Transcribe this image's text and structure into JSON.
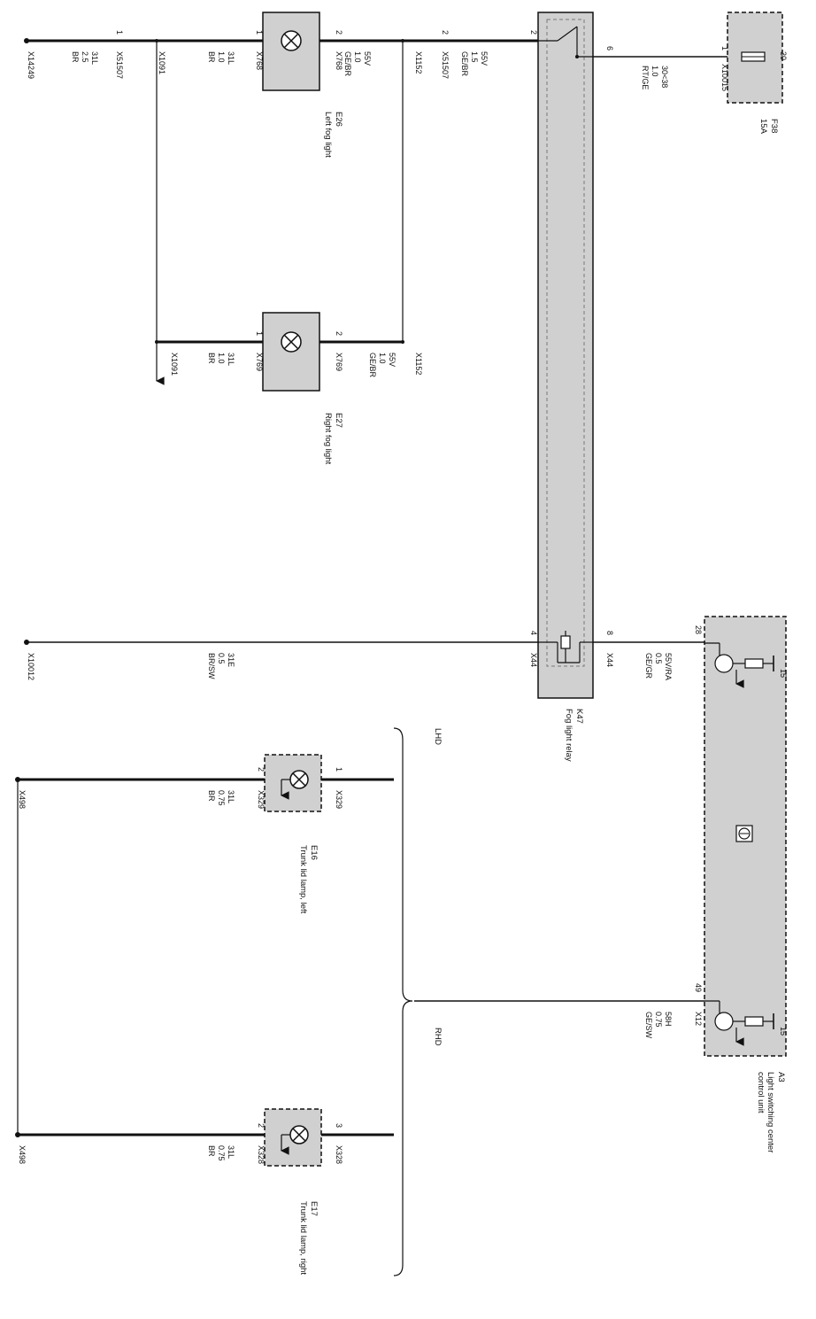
{
  "components": {
    "e26": {
      "code": "E26",
      "name": "Left fog light"
    },
    "e27": {
      "code": "E27",
      "name": "Right fog light"
    },
    "k47": {
      "code": "K47",
      "name": "Fog light relay"
    },
    "f38": {
      "code": "F38",
      "rating": "15A"
    },
    "a3": {
      "code": "A3",
      "name_l1": "Light switching center",
      "name_l2": "control unit"
    },
    "e16": {
      "code": "E16",
      "name": "Trunk lid lamp, left"
    },
    "e17": {
      "code": "E17",
      "name": "Trunk lid lamp, right"
    }
  },
  "pins": {
    "w1_x51507": "1",
    "e26_p1": "1",
    "e26_p2": "2",
    "w2_x51507": "2",
    "k47_p2": "2",
    "k47_p6": "6",
    "f38_p1": "1",
    "f38_p30": "30",
    "e27_p1": "1",
    "e27_p2": "2",
    "k47_p4": "4",
    "k47_p8": "8",
    "a3_p28": "28",
    "a3_p49": "49",
    "a3_t15a": "15",
    "a3_t15b": "15",
    "e16_p1": "1",
    "e16_p2": "2",
    "e17_p3": "3",
    "e17_p2": "2"
  },
  "connectors": {
    "x14249": "X14249",
    "x51507a": "X51507",
    "x1091a": "X1091",
    "x768a": "X768",
    "x768b": "X768",
    "x1152a": "X1152",
    "x51507b": "X51507",
    "x10015": "X10015",
    "x1091b": "X1091",
    "x769a": "X769",
    "x769b": "X769",
    "x1152b": "X1152",
    "x10012": "X10012",
    "x44a": "X44",
    "x44b": "X44",
    "x12": "X12",
    "x498a": "X498",
    "x329a": "X329",
    "x329b": "X329",
    "x498b": "X498",
    "x328a": "X328",
    "x328b": "X328"
  },
  "wires": {
    "w_x14249": [
      "31L",
      "2.5",
      "BR"
    ],
    "w_e26_gnd": [
      "31L",
      "1.0",
      "BR"
    ],
    "w_e26_feed": [
      "55V",
      "1.0",
      "GE/BR"
    ],
    "w_relay_out": [
      "55V",
      "1.5",
      "GE/BR"
    ],
    "w_fuse": [
      "30<38",
      "1.0",
      "RT/GE"
    ],
    "w_e27_gnd": [
      "31L",
      "1.0",
      "BR"
    ],
    "w_e27_feed": [
      "55V",
      "1.0",
      "GE/BR"
    ],
    "w_x10012": [
      "31E",
      "0.5",
      "BR/SW"
    ],
    "w_relay_ctrl": [
      "55V/RA",
      "0.5",
      "GE/GR"
    ],
    "w_e16_gnd": [
      "31L",
      "0.75",
      "BR"
    ],
    "w_e17_gnd": [
      "31L",
      "0.75",
      "BR"
    ],
    "w_a3_49": [
      "58H",
      "0.75",
      "GE/SW"
    ]
  },
  "variants": {
    "lhd": "LHD",
    "rhd": "RHD"
  }
}
